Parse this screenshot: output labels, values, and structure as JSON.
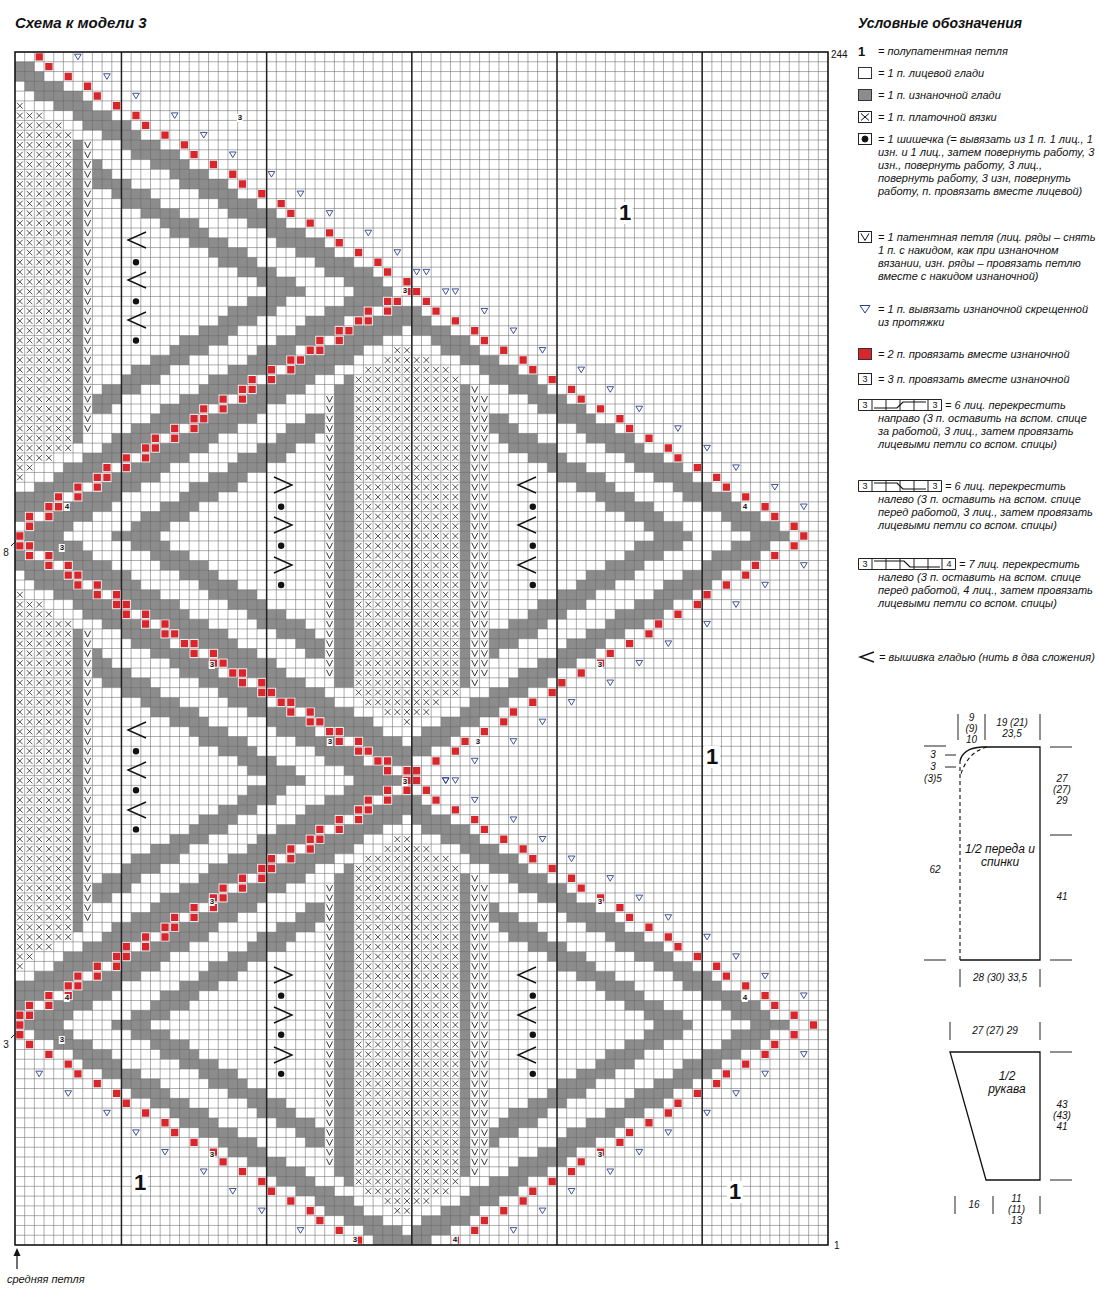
{
  "diagram": {
    "title": "Схема к модели 3",
    "nodes": [
      {
        "text": [
          "1/2 переда и спинки"
        ]
      },
      {
        "text": [
          "1/2 рукава"
        ]
      }
    ],
    "labels": [
      "Условные обозначения",
      "1",
      "3",
      "3",
      "3",
      "3",
      "3",
      "3",
      "4",
      "244",
      "1",
      "средняя петля",
      "8",
      "3",
      "1",
      "1",
      "1",
      "1",
      "3",
      "3",
      "3",
      "4",
      "4",
      "3",
      "3",
      "3",
      "3",
      "3",
      "3",
      "3",
      "3",
      "4",
      "4",
      "3",
      "3",
      "3",
      "4",
      "9 (9) 10",
      "19 (21) 23,5",
      "3",
      "3",
      "(3)5",
      "27 (27) 29",
      "62",
      "41",
      "28 (30) 33,5",
      "27 (27) 29",
      "43 (43) 41",
      "16",
      "11 (11) 13"
    ],
    "legend": [
      {
        "text": "= полупатентная петля"
      },
      {
        "text": "= 1 п. лицевой глади",
        "color": "#ffffff"
      },
      {
        "text": "= 1 п. изнаночной глади",
        "color": "#8c8c8c"
      },
      {
        "text": "= 1 п. платочной вязки"
      },
      {
        "text": "= 1 шишечка (= вывязать из 1 п. 1 лиц., 1 изн. и 1 лиц., затем повернуть работу, 3 изн., повернуть работу, 3 лиц., повернуть работу, 3 изн, повернуть работу, п. провязать вместе лицевой)"
      },
      {
        "text": "= 1 патентная петля (лиц. ряды – снять 1 п. с накидом, как при изнаночном вязании, изн. ряды – провязать петлю вместе с накидом изнаночной)"
      },
      {
        "text": "= 1 п. вывязать изнаночной скрещенной из протяжки"
      },
      {
        "text": "= 2 п. провязать вместе изнаночной",
        "color": "#d8262c"
      },
      {
        "text": "= 3 п. провязать вместе изнаночной"
      },
      {
        "text": "= 6 лиц. перекрестить направо (3 п. оставить на вспом. спице за работой, 3 лиц., затем провязать лицевыми петли со вспом. спицы)"
      },
      {
        "text": "= 6 лиц. перекрестить налево (3 п. оставить на вспом. спице перед работой, 3 лиц., затем провязать лицевыми петли со вспом. спицы)"
      },
      {
        "text": "= 7 лиц. перекрестить налево (3 п. оставить на вспом. спице перед работой, 4 лиц., затем провязать лицевыми петли со вспом. спицы)"
      },
      {
        "text": "= вышивка гладью (нить в два сложения)"
      }
    ]
  }
}
